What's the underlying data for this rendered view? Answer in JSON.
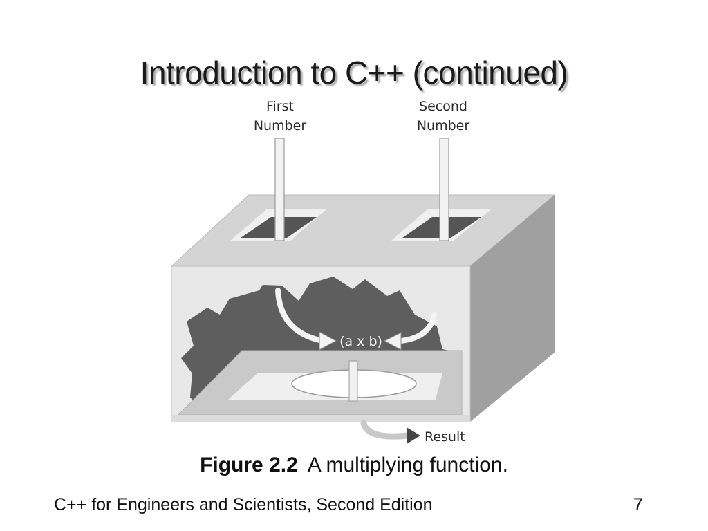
{
  "slide": {
    "title": "Introduction to C++ (continued)"
  },
  "diagram": {
    "labels": {
      "first_line1": "First",
      "first_line2": "Number",
      "second_line1": "Second",
      "second_line2": "Number",
      "operation": "(a x b)",
      "result": "Result"
    },
    "colors": {
      "box_top": "#d4d4d4",
      "box_front": "#e8e8e8",
      "box_side": "#a0a0a0",
      "gear": "#5e5e5e",
      "hole": "#555555",
      "tray": "#c9c9c9"
    }
  },
  "caption": {
    "figure": "Figure 2.2",
    "text": "A multiplying function."
  },
  "footer": {
    "book": "C++ for Engineers and Scientists, Second Edition",
    "page": "7"
  }
}
